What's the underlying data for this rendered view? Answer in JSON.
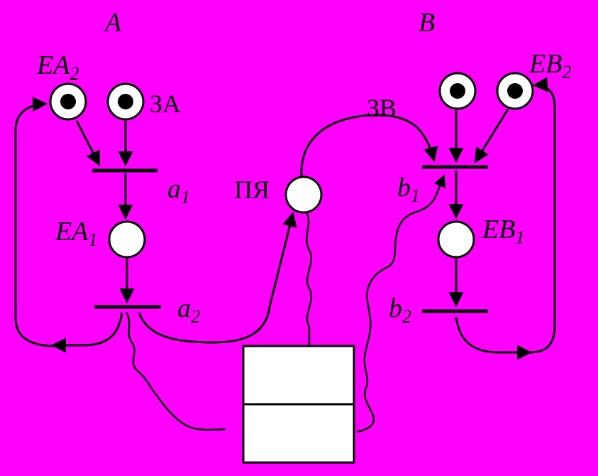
{
  "diagram": {
    "colors": {
      "background": "#ff00ff",
      "stroke": "#000000",
      "place_fill": "#ffffff"
    },
    "labels": {
      "process_a": "A",
      "process_b": "B",
      "ea2": {
        "base": "EA",
        "sub": "2"
      },
      "za": "ЗА",
      "a1": {
        "base": "a",
        "sub": "1"
      },
      "ea1": {
        "base": "EA",
        "sub": "1"
      },
      "a2": {
        "base": "a",
        "sub": "2"
      },
      "pya": "ПЯ",
      "zb": "ЗВ",
      "eb2": {
        "base": "EB",
        "sub": "2"
      },
      "b1": {
        "base": "b",
        "sub": "1"
      },
      "eb1": {
        "base": "EB",
        "sub": "1"
      },
      "b2": {
        "base": "b",
        "sub": "2"
      }
    }
  }
}
